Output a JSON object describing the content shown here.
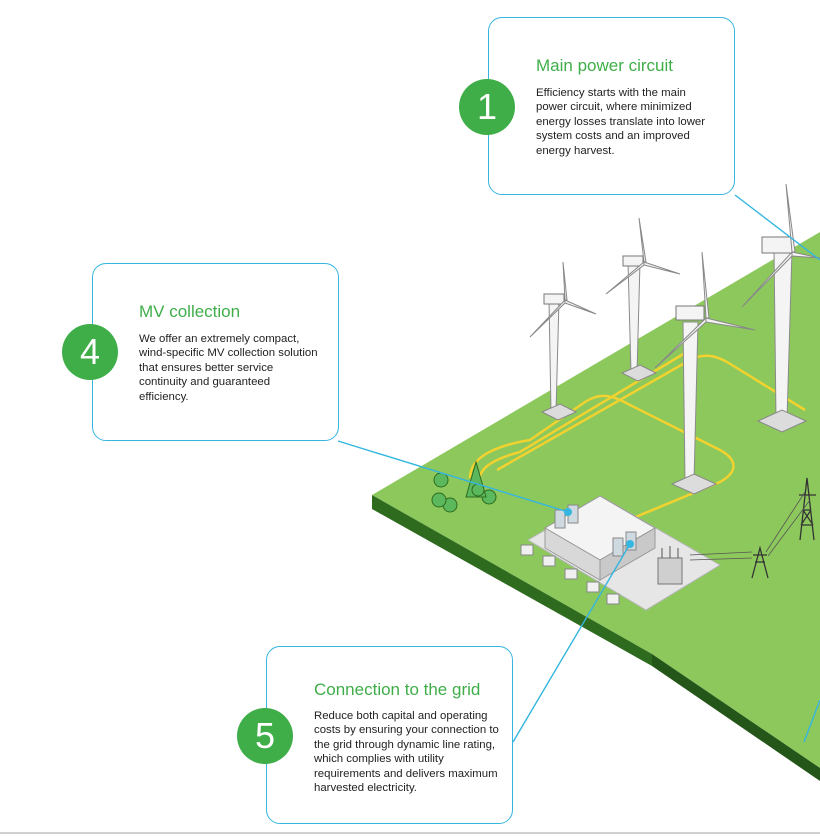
{
  "callouts": [
    {
      "number": "1",
      "title": "Main power circuit",
      "text": "Efficiency starts with the main power circuit, where minimized energy losses translate into lower system costs and an improved energy harvest."
    },
    {
      "number": "4",
      "title": "MV collection",
      "text": "We offer an extremely compact, wind-specific MV collection solution that ensures better service continuity and guaranteed efficiency."
    },
    {
      "number": "5",
      "title": "Connection to the grid",
      "text": "Reduce both capital and operating costs by ensuring your connection to the grid through dynamic line rating, which complies with utility requirements and delivers maximum harvested electricity."
    }
  ],
  "colors": {
    "accent_green": "#3fae49",
    "ground_green": "#8dc85d",
    "ground_edge": "#2e6b1f",
    "leader_blue": "#35b6e0",
    "cable_yellow": "#f2d22e"
  },
  "icons": [
    "wind-turbine-icon",
    "substation-icon",
    "transmission-tower-icon",
    "tree-icon",
    "transformer-icon"
  ]
}
